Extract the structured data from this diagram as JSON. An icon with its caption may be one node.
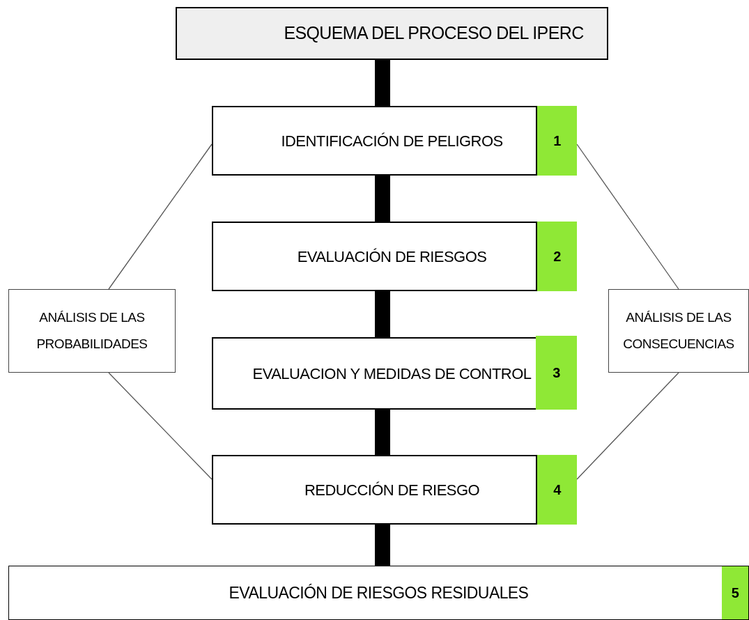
{
  "diagram": {
    "nodes": [
      {
        "text": [
          "ESQUEMA DEL PROCESO DEL IPERC"
        ]
      },
      {
        "text": [
          "IDENTIFICACIÓN DE PELIGROS"
        ]
      },
      {
        "text": [
          "1"
        ]
      },
      {
        "text": [
          "EVALUACIÓN DE RIESGOS"
        ]
      },
      {
        "text": [
          "2"
        ]
      },
      {
        "text": [
          "ANÁLISIS DE LAS PROBABILIDADES"
        ]
      },
      {
        "text": [
          "ANÁLISIS DE LAS CONSECUENCIAS"
        ]
      },
      {
        "text": [
          "EVALUACION Y MEDIDAS DE CONTROL"
        ]
      },
      {
        "text": [
          "3"
        ]
      },
      {
        "text": [
          "REDUCCIÓN DE RIESGO"
        ]
      },
      {
        "text": [
          "4"
        ]
      },
      {
        "text": [
          "EVALUACIÓN DE RIESGOS RESIDUALES"
        ]
      },
      {
        "text": [
          "5"
        ],
        "in": 11
      }
    ],
    "edges": [
      {
        "from": 0,
        "to": 1,
        "arrow": "none"
      },
      {
        "from": 1,
        "to": 3,
        "arrow": "none"
      },
      {
        "from": 3,
        "to": 7,
        "arrow": "none"
      },
      {
        "from": 7,
        "to": 9,
        "arrow": "none"
      },
      {
        "from": 9,
        "to": 11,
        "arrow": "none"
      },
      {
        "from": 5,
        "to": 1,
        "arrow": "none",
        "color": "#555555"
      },
      {
        "from": 5,
        "to": 9,
        "arrow": "none",
        "color": "#555555"
      },
      {
        "from": 6,
        "to": 2,
        "arrow": "none",
        "color": "#555555"
      },
      {
        "from": 6,
        "to": 10,
        "arrow": "none",
        "color": "#555555"
      }
    ]
  }
}
